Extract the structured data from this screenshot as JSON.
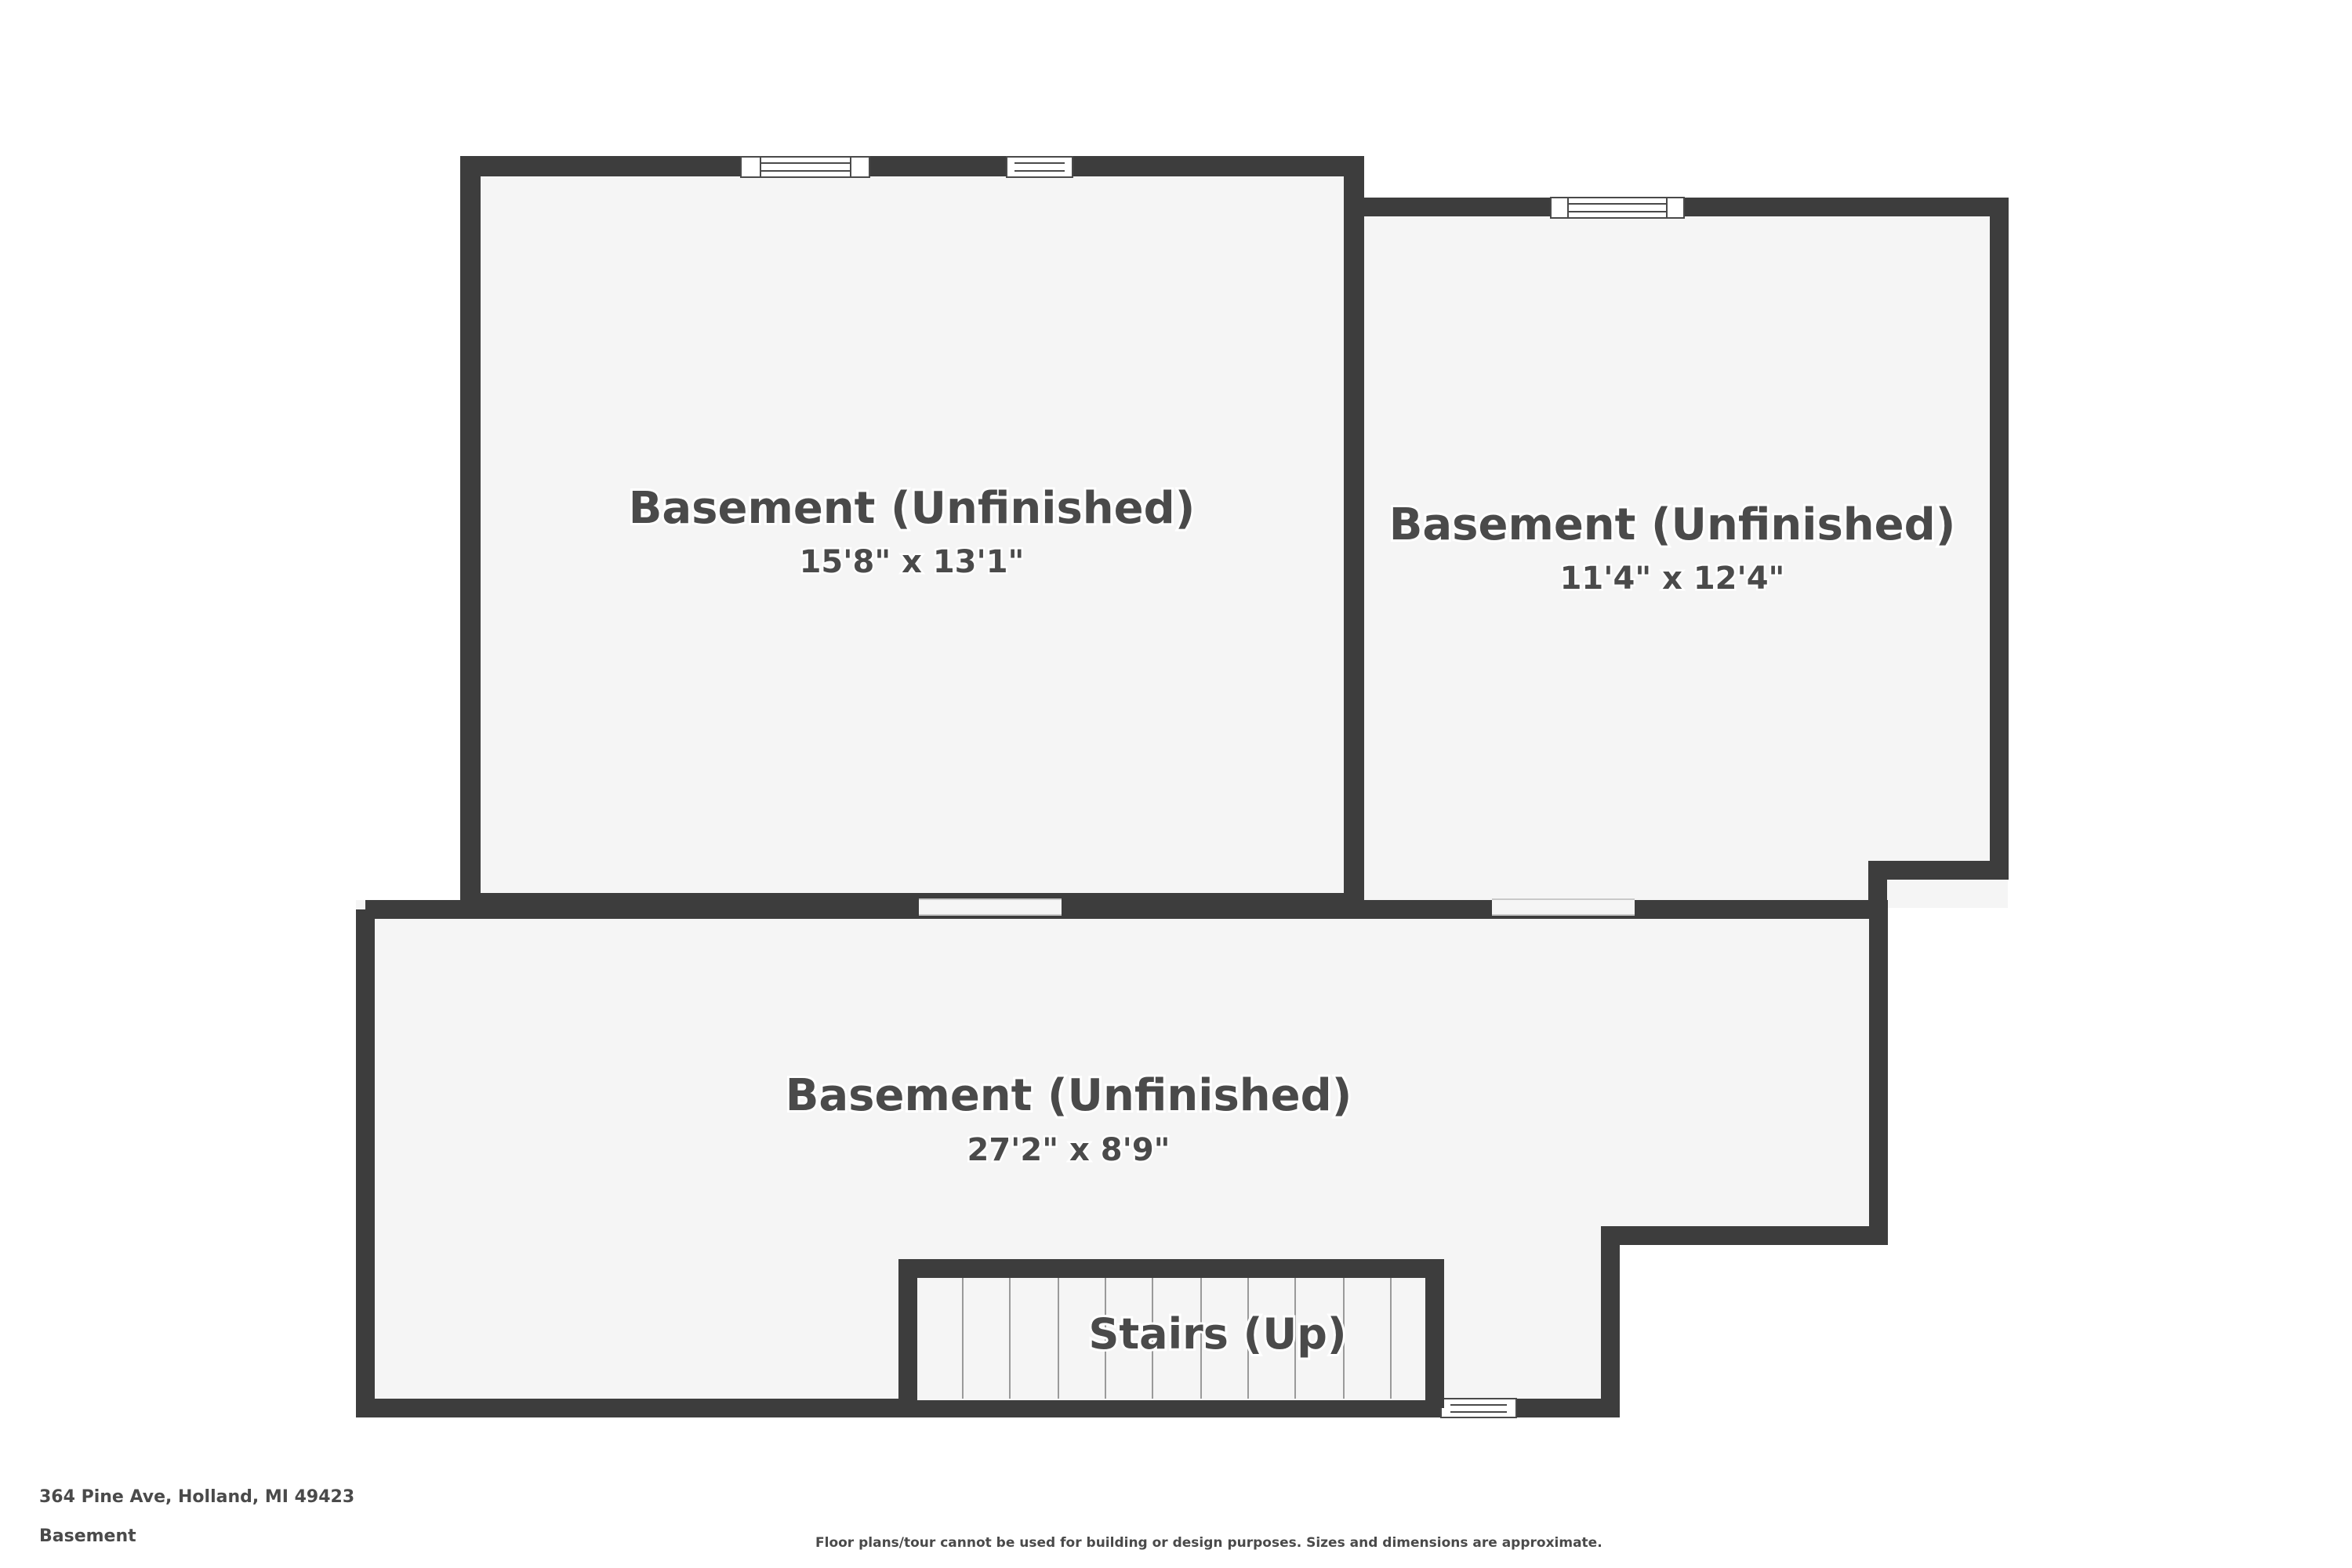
{
  "plan": {
    "rooms": [
      {
        "name": "Basement (Unfinished)",
        "dimensions": "15'8\" x 13'1\""
      },
      {
        "name": "Basement (Unfinished)",
        "dimensions": "11'4\" x 12'4\""
      },
      {
        "name": "Basement (Unfinished)",
        "dimensions": "27'2\" x 8'9\""
      },
      {
        "name": "Stairs (Up)"
      }
    ]
  },
  "footer": {
    "address": "364 Pine Ave, Holland, MI 49423",
    "floor_name": "Basement",
    "disclaimer": "Floor plans/tour cannot be used for building or design purposes. Sizes and dimensions are approximate."
  },
  "colors": {
    "wall": "#3d3d3d",
    "floor": "#f5f5f5",
    "text": "#4a4a4a"
  }
}
